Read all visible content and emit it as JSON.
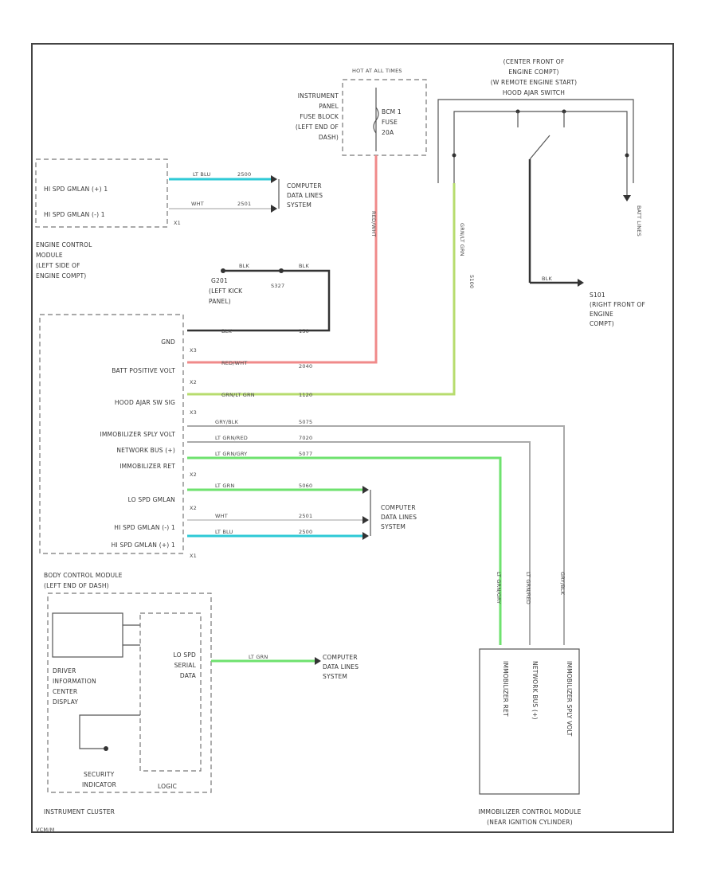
{
  "labels": {
    "hot_at_all_times": "HOT AT ALL TIMES",
    "ip_fuse_block_l1": "INSTRUMENT",
    "ip_fuse_block_l2": "PANEL",
    "ip_fuse_block_l3": "FUSE BLOCK",
    "ip_fuse_block_l4": "(LEFT END OF",
    "ip_fuse_block_l5": "DASH)",
    "fuse_l1": "BCM 1",
    "fuse_l2": "FUSE",
    "fuse_l3": "20A",
    "ecm_pin1": "HI SPD GMLAN (+) 1",
    "ecm_pin2": "HI SPD GMLAN (-) 1",
    "ecm_l1": "ENGINE CONTROL",
    "ecm_l2": "MODULE",
    "ecm_l3": "(LEFT SIDE OF",
    "ecm_l4": "ENGINE COMPT)",
    "cdl_1_l1": "COMPUTER",
    "cdl_1_l2": "DATA LINES",
    "cdl_1_l3": "SYSTEM",
    "wire_lt_blu": "LT BLU",
    "wire_wht": "WHT",
    "circ_2500": "2500",
    "circ_2501": "2501",
    "pin_x1_a": "X1",
    "center_front_l1": "(CENTER FRONT OF",
    "center_front_l2": "ENGINE COMPT)",
    "center_front_l3": "(W REMOTE ENGINE START)",
    "hood_ajar_switch": "HOOD AJAR SWITCH",
    "s101_l1": "S101",
    "s101_l2": "(RIGHT FRONT OF",
    "s101_l3": "ENGINE",
    "s101_l4": "COMPT)",
    "batt_lines": "BATT LINES",
    "g201_l1": "G201",
    "g201_l2": "(LEFT KICK",
    "g201_l3": "PANEL)",
    "s327": "S327",
    "wire_blk": "BLK",
    "bcm_pin_gnd": "GND",
    "bcm_pin_batt": "BATT POSITIVE VOLT",
    "bcm_pin_hood": "HOOD AJAR SW SIG",
    "bcm_pin_immo_supply": "IMMOBILIZER SPLY VOLT",
    "bcm_pin_network": "NETWORK BUS (+)",
    "bcm_pin_immo_ret": "IMMOBILIZER RET",
    "bcm_pin_lo_spd": "LO SPD GMLAN",
    "bcm_pin_hi_minus": "HI SPD GMLAN (-) 1",
    "bcm_pin_hi_plus": "HI SPD GMLAN (+) 1",
    "bcm_l1": "BODY CONTROL MODULE",
    "bcm_l2": "(LEFT END OF DASH)",
    "wire_red_wht": "RED/WHT",
    "wire_grn_lt_grn": "GRN/LT GRN",
    "wire_gry_blk": "GRY/BLK",
    "wire_lt_grn_red": "LT GRN/RED",
    "wire_lt_grn_gry": "LT GRN/GRY",
    "wire_lt_grn": "LT GRN",
    "circ_150": "150",
    "circ_2040": "2040",
    "circ_1120": "1120",
    "circ_5075": "5075",
    "circ_7020": "7020",
    "circ_5077": "5077",
    "circ_5060": "5060",
    "circ_5100": "5100",
    "cdl_2_l1": "COMPUTER",
    "cdl_2_l2": "DATA LINES",
    "cdl_2_l3": "SYSTEM",
    "x1": "X1",
    "x2": "X2",
    "x3": "X3",
    "ic_dic_l1": "DRIVER",
    "ic_dic_l2": "INFORMATION",
    "ic_dic_l3": "CENTER",
    "ic_dic_l4": "DISPLAY",
    "ic_lo_l1": "LO SPD",
    "ic_lo_l2": "SERIAL",
    "ic_lo_l3": "DATA",
    "ic_security_l1": "SECURITY",
    "ic_security_l2": "INDICATOR",
    "ic_logic": "LOGIC",
    "ic_label": "INSTRUMENT CLUSTER",
    "cdl_3_l1": "COMPUTER",
    "cdl_3_l2": "DATA LINES",
    "cdl_3_l3": "SYSTEM",
    "immo_pin1": "IMMOBILIZER RET",
    "immo_pin2": "NETWORK BUS (+)",
    "immo_pin3": "IMMOBILIZER SPLY VOLT",
    "immo_l1": "IMMOBILIZER CONTROL MODULE",
    "immo_l2": "(NEAR IGNITION CYLINDER)",
    "vcm": "VCM/M"
  },
  "colors": {
    "red": "#f08a8a",
    "grn": "#b7dc6e",
    "ltgrn": "#6ee26e",
    "cyan": "#2ec9d6",
    "blk": "#333333"
  }
}
